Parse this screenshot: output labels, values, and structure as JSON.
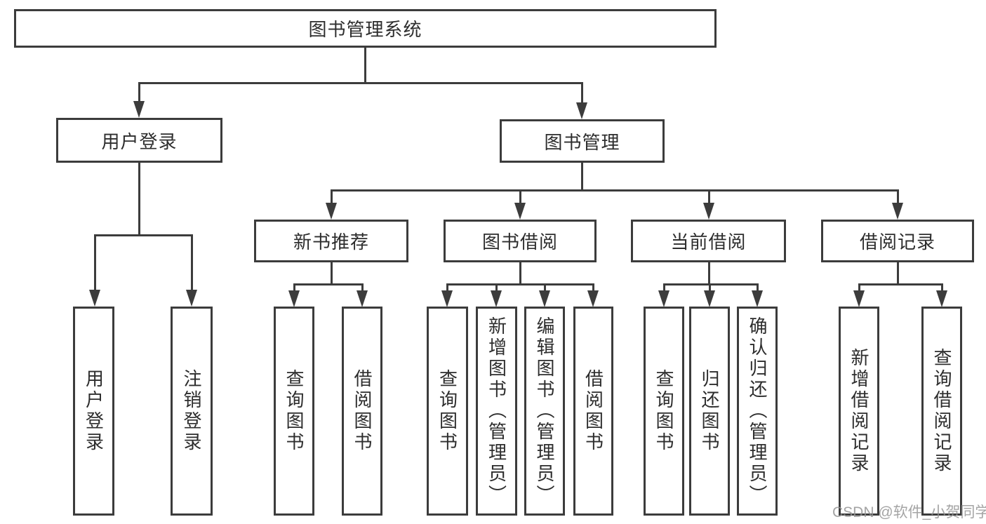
{
  "tree": {
    "root": {
      "label": "图书管理系统",
      "children": [
        {
          "label": "用户登录",
          "children": [
            {
              "label": "用户登录"
            },
            {
              "label": "注销登录"
            }
          ]
        },
        {
          "label": "图书管理",
          "children": [
            {
              "label": "新书推荐",
              "children": [
                {
                  "label": "查询图书"
                },
                {
                  "label": "借阅图书"
                }
              ]
            },
            {
              "label": "图书借阅",
              "children": [
                {
                  "label": "查询图书"
                },
                {
                  "label": "新增图书（管理员）"
                },
                {
                  "label": "编辑图书（管理员）"
                },
                {
                  "label": "借阅图书"
                }
              ]
            },
            {
              "label": "当前借阅",
              "children": [
                {
                  "label": "查询图书"
                },
                {
                  "label": "归还图书"
                },
                {
                  "label": "确认归还（管理员）"
                }
              ]
            },
            {
              "label": "借阅记录",
              "children": [
                {
                  "label": "新增借阅记录"
                },
                {
                  "label": "查询借阅记录"
                }
              ]
            }
          ]
        }
      ]
    }
  },
  "watermark": {
    "text": "CSDN @软件_小贺同学"
  },
  "colors": {
    "line": "#3c3c3c",
    "text": "#2d2d2d",
    "background": "#ffffff",
    "watermark": "#949494"
  }
}
